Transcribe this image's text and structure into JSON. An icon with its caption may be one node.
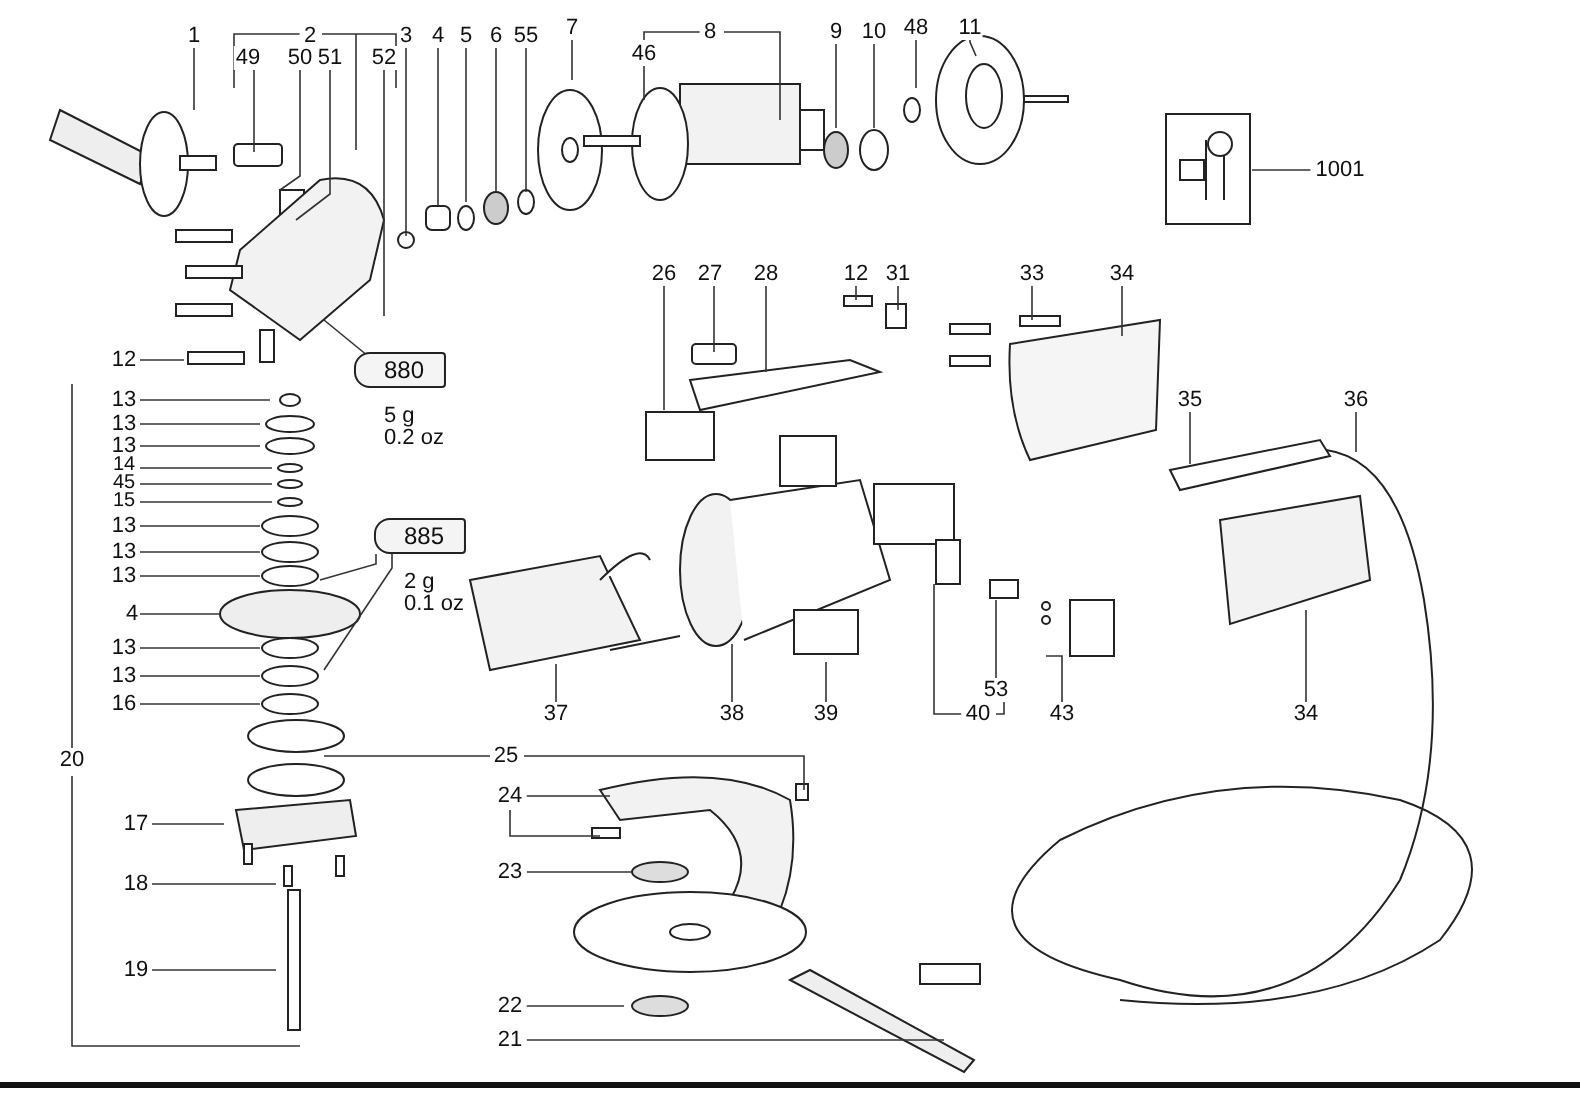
{
  "diagram": {
    "nodes": [
      {
        "text": [
          "1"
        ]
      },
      {
        "text": [
          "2"
        ]
      },
      {
        "text": [
          "3"
        ]
      },
      {
        "text": [
          "49"
        ]
      },
      {
        "text": [
          "50"
        ]
      },
      {
        "text": [
          "51"
        ]
      },
      {
        "text": [
          "52"
        ]
      },
      {
        "text": [
          "4"
        ]
      },
      {
        "text": [
          "5"
        ]
      },
      {
        "text": [
          "6"
        ]
      },
      {
        "text": [
          "55"
        ]
      },
      {
        "text": [
          "7"
        ]
      },
      {
        "text": [
          "8"
        ]
      },
      {
        "text": [
          "46"
        ]
      },
      {
        "text": [
          "9"
        ]
      },
      {
        "text": [
          "10"
        ]
      },
      {
        "text": [
          "48"
        ]
      },
      {
        "text": [
          "11"
        ]
      },
      {
        "text": [
          "1001"
        ]
      },
      {
        "text": [
          "12"
        ]
      },
      {
        "text": [
          "880"
        ],
        "beside": [
          "5 g 0.2 oz"
        ]
      },
      {
        "text": [
          "26"
        ]
      },
      {
        "text": [
          "27"
        ]
      },
      {
        "text": [
          "28"
        ]
      },
      {
        "text": [
          "12"
        ]
      },
      {
        "text": [
          "31"
        ]
      },
      {
        "text": [
          "33"
        ]
      },
      {
        "text": [
          "34"
        ]
      },
      {
        "text": [
          "13"
        ]
      },
      {
        "text": [
          "13"
        ]
      },
      {
        "text": [
          "13"
        ]
      },
      {
        "text": [
          "14"
        ]
      },
      {
        "text": [
          "45"
        ]
      },
      {
        "text": [
          "15"
        ]
      },
      {
        "text": [
          "35"
        ]
      },
      {
        "text": [
          "36"
        ]
      },
      {
        "text": [
          "13"
        ]
      },
      {
        "text": [
          "885"
        ],
        "beside": [
          "2 g 0.1 oz"
        ]
      },
      {
        "text": [
          "13"
        ]
      },
      {
        "text": [
          "13"
        ]
      },
      {
        "text": [
          "4"
        ]
      },
      {
        "text": [
          "13"
        ]
      },
      {
        "text": [
          "13"
        ]
      },
      {
        "text": [
          "16"
        ]
      },
      {
        "text": [
          "37"
        ]
      },
      {
        "text": [
          "38"
        ]
      },
      {
        "text": [
          "39"
        ]
      },
      {
        "text": [
          "53"
        ]
      },
      {
        "text": [
          "40"
        ]
      },
      {
        "text": [
          "43"
        ]
      },
      {
        "text": [
          "34"
        ]
      },
      {
        "text": [
          "20"
        ]
      },
      {
        "text": [
          "25"
        ]
      },
      {
        "text": [
          "24"
        ]
      },
      {
        "text": [
          "17"
        ]
      },
      {
        "text": [
          "23"
        ]
      },
      {
        "text": [
          "18"
        ]
      },
      {
        "text": [
          "19"
        ]
      },
      {
        "text": [
          "22"
        ]
      },
      {
        "text": [
          "21"
        ]
      }
    ],
    "edges": [
      {
        "from": 0,
        "to": null,
        "arrow": "none"
      },
      {
        "from": 1,
        "to": null,
        "arrow": "none"
      },
      {
        "from": 2,
        "to": null,
        "arrow": "none"
      },
      {
        "from": 3,
        "to": null,
        "arrow": "none"
      },
      {
        "from": 4,
        "to": null,
        "arrow": "none"
      },
      {
        "from": 5,
        "to": null,
        "arrow": "none"
      },
      {
        "from": 6,
        "to": null,
        "arrow": "none"
      },
      {
        "from": 7,
        "to": null,
        "arrow": "none"
      },
      {
        "from": 8,
        "to": null,
        "arrow": "none"
      },
      {
        "from": 9,
        "to": null,
        "arrow": "none"
      },
      {
        "from": 10,
        "to": null,
        "arrow": "none"
      },
      {
        "from": 11,
        "to": null,
        "arrow": "none"
      },
      {
        "from": 12,
        "to": null,
        "arrow": "none"
      },
      {
        "from": 13,
        "to": null,
        "arrow": "none"
      },
      {
        "from": 14,
        "to": null,
        "arrow": "none"
      },
      {
        "from": 15,
        "to": null,
        "arrow": "none"
      },
      {
        "from": 16,
        "to": null,
        "arrow": "none"
      },
      {
        "from": 17,
        "to": null,
        "arrow": "none"
      },
      {
        "from": 18,
        "to": null,
        "arrow": "none"
      },
      {
        "from": 19,
        "to": null,
        "arrow": "none"
      },
      {
        "from": 20,
        "to": null,
        "arrow": "none"
      },
      {
        "from": 21,
        "to": null,
        "arrow": "none"
      },
      {
        "from": 22,
        "to": null,
        "arrow": "none"
      },
      {
        "from": 23,
        "to": null,
        "arrow": "none"
      },
      {
        "from": 24,
        "to": null,
        "arrow": "none"
      },
      {
        "from": 25,
        "to": null,
        "arrow": "none"
      },
      {
        "from": 26,
        "to": null,
        "arrow": "none"
      },
      {
        "from": 27,
        "to": null,
        "arrow": "none"
      },
      {
        "from": 28,
        "to": null,
        "arrow": "none"
      },
      {
        "from": 29,
        "to": null,
        "arrow": "none"
      },
      {
        "from": 30,
        "to": null,
        "arrow": "none"
      },
      {
        "from": 31,
        "to": null,
        "arrow": "none"
      },
      {
        "from": 32,
        "to": null,
        "arrow": "none"
      },
      {
        "from": 33,
        "to": null,
        "arrow": "none"
      },
      {
        "from": 34,
        "to": null,
        "arrow": "none"
      },
      {
        "from": 35,
        "to": null,
        "arrow": "none"
      },
      {
        "from": 36,
        "to": null,
        "arrow": "none"
      },
      {
        "from": 37,
        "to": null,
        "arrow": "none"
      },
      {
        "from": 37,
        "to": null,
        "arrow": "none"
      },
      {
        "from": 38,
        "to": null,
        "arrow": "none"
      },
      {
        "from": 39,
        "to": null,
        "arrow": "none"
      },
      {
        "from": 40,
        "to": null,
        "arrow": "none"
      },
      {
        "from": 41,
        "to": null,
        "arrow": "none"
      },
      {
        "from": 42,
        "to": null,
        "arrow": "none"
      },
      {
        "from": 43,
        "to": null,
        "arrow": "none"
      },
      {
        "from": 44,
        "to": null,
        "arrow": "none"
      },
      {
        "from": 45,
        "to": null,
        "arrow": "none"
      },
      {
        "from": 46,
        "to": null,
        "arrow": "none"
      },
      {
        "from": 47,
        "to": null,
        "arrow": "none"
      },
      {
        "from": 48,
        "to": null,
        "arrow": "none"
      },
      {
        "from": 49,
        "to": null,
        "arrow": "none"
      },
      {
        "from": 50,
        "to": null,
        "arrow": "none"
      },
      {
        "from": 51,
        "to": null,
        "arrow": "none"
      },
      {
        "from": 52,
        "to": null,
        "arrow": "none"
      },
      {
        "from": 53,
        "to": null,
        "arrow": "none"
      },
      {
        "from": 54,
        "to": null,
        "arrow": "none"
      },
      {
        "from": 55,
        "to": null,
        "arrow": "none"
      },
      {
        "from": 56,
        "to": null,
        "arrow": "none"
      },
      {
        "from": 57,
        "to": null,
        "arrow": "none"
      },
      {
        "from": 58,
        "to": null,
        "arrow": "none"
      },
      {
        "from": 59,
        "to": null,
        "arrow": "none"
      }
    ]
  }
}
